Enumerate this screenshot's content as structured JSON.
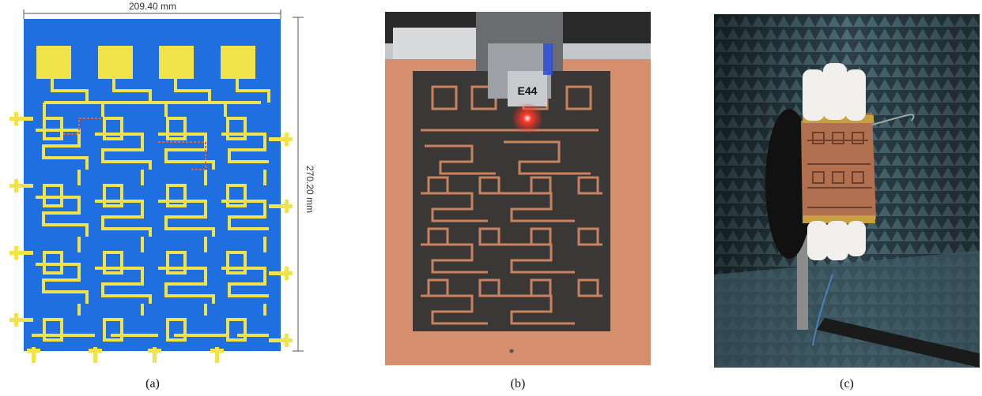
{
  "panel_a": {
    "width_label": "209.40 mm",
    "height_label": "270.20 mm",
    "caption": "(a)",
    "colors": {
      "substrate": "#1f6fe0",
      "copper": "#f2e34a"
    }
  },
  "panel_b": {
    "caption": "(b)",
    "machine_label": "E44",
    "colors": {
      "board": "#d58f6f",
      "laser": "#ff2a1a"
    }
  },
  "panel_c": {
    "caption": "(c)",
    "colors": {
      "chamber": "#3a5560"
    }
  }
}
